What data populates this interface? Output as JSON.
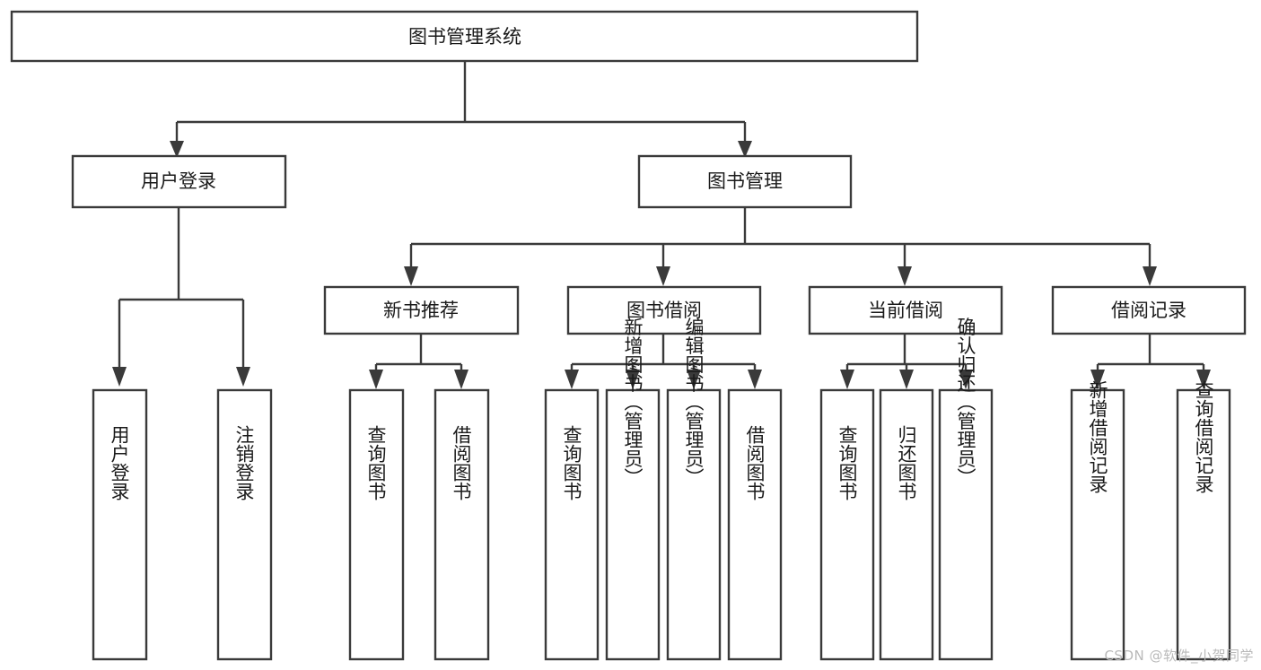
{
  "diagram": {
    "title": "图书管理系统",
    "type": "tree",
    "watermark": "CSDN @软件_小贺同学",
    "colors": {
      "stroke": "#3a3a3a",
      "box_fill": "#ffffff",
      "text": "#1a1a1a",
      "background": "#ffffff",
      "watermark": "#b9b9b9"
    },
    "root": {
      "label": "图书管理系统",
      "orientation": "horizontal"
    },
    "level2": [
      {
        "label": "用户登录",
        "orientation": "horizontal"
      },
      {
        "label": "图书管理",
        "orientation": "horizontal"
      }
    ],
    "level3": [
      {
        "label": "新书推荐",
        "orientation": "horizontal",
        "parent": "图书管理"
      },
      {
        "label": "图书借阅",
        "orientation": "horizontal",
        "parent": "图书管理"
      },
      {
        "label": "当前借阅",
        "orientation": "horizontal",
        "parent": "图书管理"
      },
      {
        "label": "借阅记录",
        "orientation": "horizontal",
        "parent": "图书管理"
      }
    ],
    "leaves": {
      "user_login": [
        {
          "label": "用户登录",
          "orientation": "vertical"
        },
        {
          "label": "注销登录",
          "orientation": "vertical"
        }
      ],
      "new_book_recommend": [
        {
          "label": "查询图书",
          "orientation": "vertical"
        },
        {
          "label": "借阅图书",
          "orientation": "vertical"
        }
      ],
      "book_borrow": [
        {
          "label": "查询图书",
          "orientation": "vertical"
        },
        {
          "label": "新增图书（管理员）",
          "orientation": "vertical"
        },
        {
          "label": "编辑图书（管理员）",
          "orientation": "vertical"
        },
        {
          "label": "借阅图书",
          "orientation": "vertical"
        }
      ],
      "current_borrow": [
        {
          "label": "查询图书",
          "orientation": "vertical"
        },
        {
          "label": "归还图书",
          "orientation": "vertical"
        },
        {
          "label": "确认归还（管理员）",
          "orientation": "vertical"
        }
      ],
      "borrow_record": [
        {
          "label": "新增借阅记录",
          "orientation": "vertical"
        },
        {
          "label": "查询借阅记录",
          "orientation": "vertical"
        }
      ]
    }
  }
}
